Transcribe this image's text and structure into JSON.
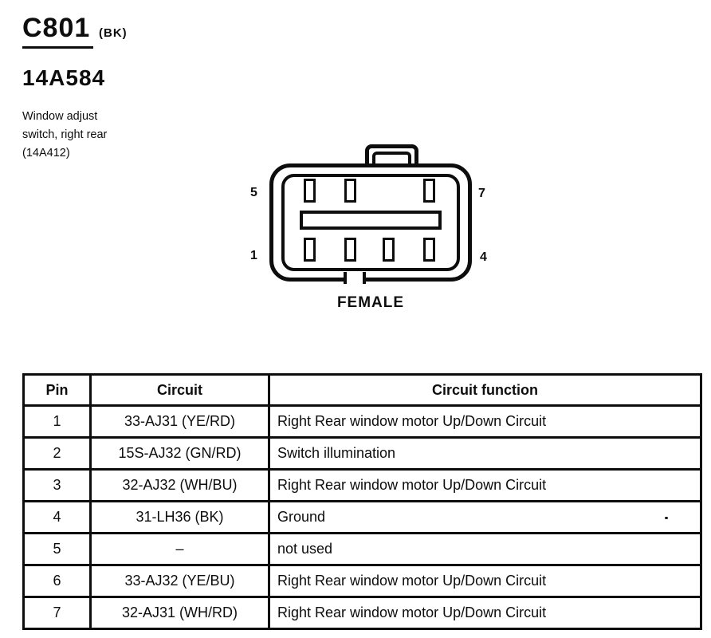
{
  "header": {
    "connector_id": "C801",
    "connector_color_code": "(BK)",
    "part_number": "14A584",
    "description": "Window adjust\nswitch, right rear\n(14A412)"
  },
  "connector": {
    "gender_label": "FEMALE",
    "pin_labels": {
      "top_left": "5",
      "top_right": "7",
      "bottom_left": "1",
      "bottom_right": "4"
    }
  },
  "pin_table": {
    "headers": [
      "Pin",
      "Circuit",
      "Circuit function"
    ],
    "rows": [
      {
        "pin": "1",
        "circuit": "33-AJ31 (YE/RD)",
        "function": "Right Rear window motor Up/Down Circuit"
      },
      {
        "pin": "2",
        "circuit": "15S-AJ32 (GN/RD)",
        "function": "Switch illumination"
      },
      {
        "pin": "3",
        "circuit": "32-AJ32 (WH/BU)",
        "function": "Right Rear window motor Up/Down Circuit"
      },
      {
        "pin": "4",
        "circuit": "31-LH36 (BK)",
        "function": "Ground"
      },
      {
        "pin": "5",
        "circuit": "–",
        "function": "not used"
      },
      {
        "pin": "6",
        "circuit": "33-AJ32 (YE/BU)",
        "function": "Right Rear window motor Up/Down Circuit"
      },
      {
        "pin": "7",
        "circuit": "32-AJ31 (WH/RD)",
        "function": "Right Rear window motor Up/Down Circuit"
      }
    ]
  },
  "colors": {
    "ink": "#0d0d0d",
    "paper": "#ffffff"
  }
}
